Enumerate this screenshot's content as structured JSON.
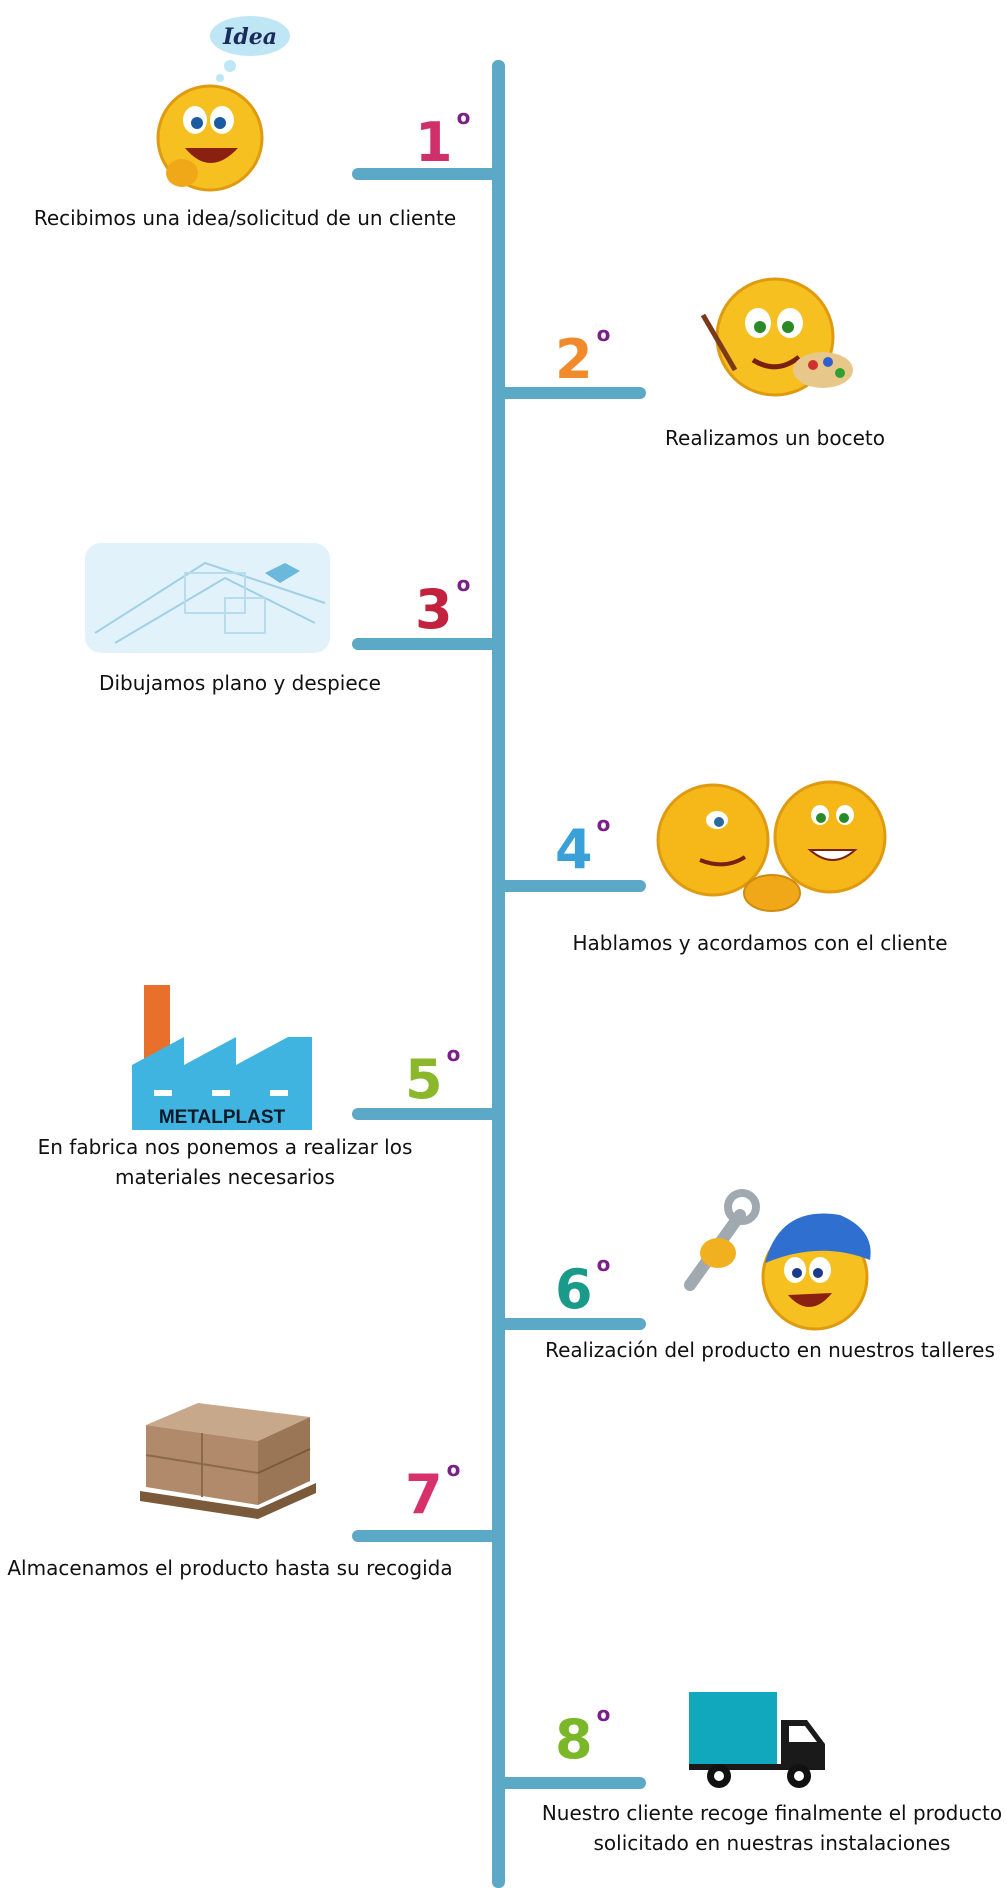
{
  "ordinal_mark": "o",
  "idea_bubble_text": "Idea",
  "factory_sign_text": "METALPLAST",
  "steps": [
    {
      "number": "1",
      "color": "#d0306a",
      "label": "Recibimos una idea/solicitud de un cliente",
      "icon": "thinking-emoji-icon"
    },
    {
      "number": "2",
      "color": "#f08a2a",
      "label": "Realizamos un boceto",
      "icon": "painter-emoji-icon"
    },
    {
      "number": "3",
      "color": "#c2223e",
      "label": "Dibujamos plano y despiece",
      "icon": "blueprint-icon"
    },
    {
      "number": "4",
      "color": "#3aa0d8",
      "label": "Hablamos y acordamos con el cliente",
      "icon": "handshake-emoji-icon"
    },
    {
      "number": "5",
      "color": "#8ab82a",
      "label": "En fabrica nos ponemos a realizar los materiales necesarios",
      "icon": "factory-icon"
    },
    {
      "number": "6",
      "color": "#1a9a8a",
      "label": "Realización del producto en nuestros talleres",
      "icon": "worker-emoji-icon"
    },
    {
      "number": "7",
      "color": "#d8306a",
      "label": "Almacenamos  el producto hasta su recogida",
      "icon": "pallet-boxes-icon"
    },
    {
      "number": "8",
      "color": "#7ab82a",
      "label": "Nuestro cliente recoge finalmente el producto solicitado en nuestras instalaciones",
      "icon": "truck-icon"
    }
  ],
  "colors": {
    "timeline": "#5ba8c7",
    "ordinal": "#7a1f8a",
    "truck": "#11a8bd",
    "factory": "#3fb4e0"
  }
}
